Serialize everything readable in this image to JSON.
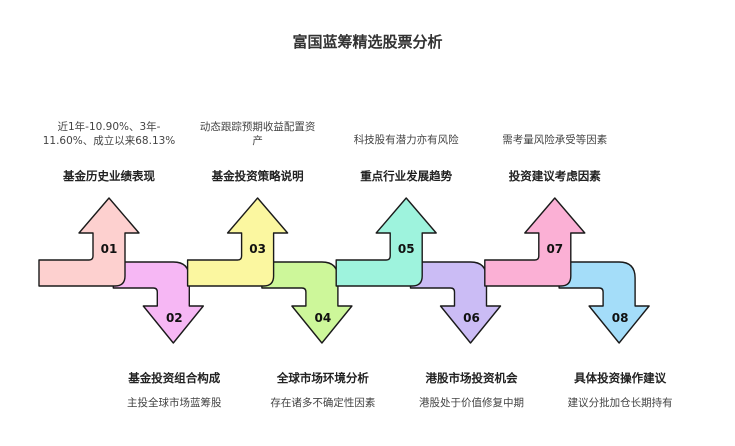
{
  "title": "富国蓝筹精选股票分析",
  "steps": [
    {
      "num": "01",
      "heading": "基金历史业绩表现",
      "desc_lines": [
        "近1年-10.90%、3年-",
        "11.60%、成立以来68.13%"
      ],
      "fill": "#fdd0cf",
      "direction": "up"
    },
    {
      "num": "02",
      "heading": "基金投资组合构成",
      "desc_lines": [
        "主投全球市场蓝筹股"
      ],
      "fill": "#f6b7f4",
      "direction": "down"
    },
    {
      "num": "03",
      "heading": "基金投资策略说明",
      "desc_lines": [
        "动态跟踪预期收益配置资",
        "产"
      ],
      "fill": "#fbf7a0",
      "direction": "up"
    },
    {
      "num": "04",
      "heading": "全球市场环境分析",
      "desc_lines": [
        "存在诸多不确定性因素"
      ],
      "fill": "#cdf79a",
      "direction": "down"
    },
    {
      "num": "05",
      "heading": "重点行业发展趋势",
      "desc_lines": [
        "科技股有潜力亦有风险"
      ],
      "fill": "#9ef3dd",
      "direction": "up"
    },
    {
      "num": "06",
      "heading": "港股市场投资机会",
      "desc_lines": [
        "港股处于价值修复中期"
      ],
      "fill": "#cbbcf5",
      "direction": "down"
    },
    {
      "num": "07",
      "heading": "投资建议考虑因素",
      "desc_lines": [
        "需考量风险承受等因素"
      ],
      "fill": "#fbb0d5",
      "direction": "up"
    },
    {
      "num": "08",
      "heading": "具体投资操作建议",
      "desc_lines": [
        "建议分批加仓长期持有"
      ],
      "fill": "#a4ddf9",
      "direction": "down"
    }
  ]
}
